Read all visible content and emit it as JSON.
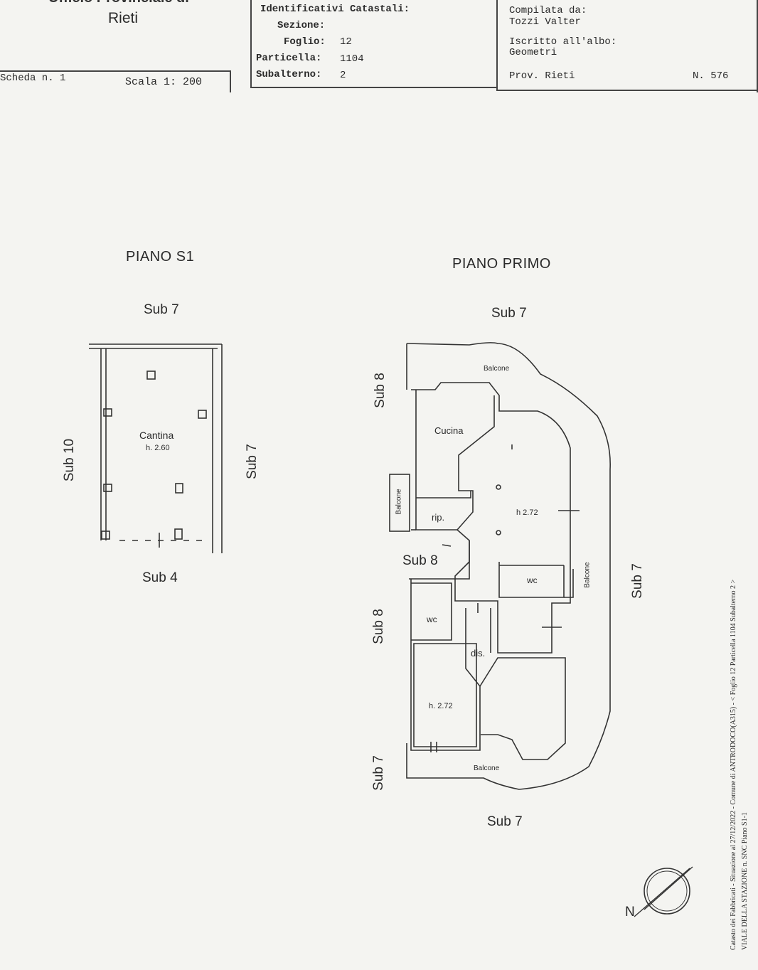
{
  "header": {
    "office_line_partial": "Ufficio Provinciale di",
    "office_city": "Rieti",
    "scheda": "Scheda n. 1",
    "scala": "Scala 1: 200",
    "id_title": "Identificativi Catastali:",
    "sezione": "Sezione:",
    "foglio_label": "Foglio:",
    "foglio_value": "12",
    "particella_label": "Particella:",
    "particella_value": "1104",
    "subalterno_label": "Subalterno:",
    "subalterno_value": "2",
    "compilata_label": "Compilata da:",
    "compilata_name": "Tozzi Valter",
    "iscritto_label": "Iscritto all'albo:",
    "iscritto_value": "Geometri",
    "prov": "Prov. Rieti",
    "numero": "N. 576"
  },
  "plan_s1": {
    "title": "PIANO S1",
    "sub_top": "Sub 7",
    "sub_left": "Sub 10",
    "sub_right": "Sub 7",
    "sub_bottom": "Sub 4",
    "room_name": "Cantina",
    "room_height": "h. 2.60"
  },
  "plan_primo": {
    "title": "PIANO PRIMO",
    "sub_top": "Sub 7",
    "sub_left_top": "Sub 8",
    "sub_middle": "Sub 8",
    "sub_left_mid": "Sub 8",
    "sub_left_bottom": "Sub 7",
    "sub_right": "Sub 7",
    "sub_bottom": "Sub 7",
    "balcone_top": "Balcone",
    "balcone_left": "Balcone",
    "balcone_right": "Balcone",
    "balcone_bottom": "Balcone",
    "cucina": "Cucina",
    "living_height": "h 2.72",
    "rip": "rip.",
    "wc_right": "wc",
    "wc_left": "wc",
    "dis": "dis.",
    "bedroom_height": "h. 2.72"
  },
  "north": {
    "label": "N"
  },
  "side_text": {
    "line1": "Catasto dei Fabbricati - Situazione al 27/12/2022 - Comune di ANTRODOCO(A315) - < Foglio 12 Particella 1104 Subalterno 2 >",
    "line2": "VIALE DELLA STAZIONE n. SNC Piano S1-1"
  }
}
